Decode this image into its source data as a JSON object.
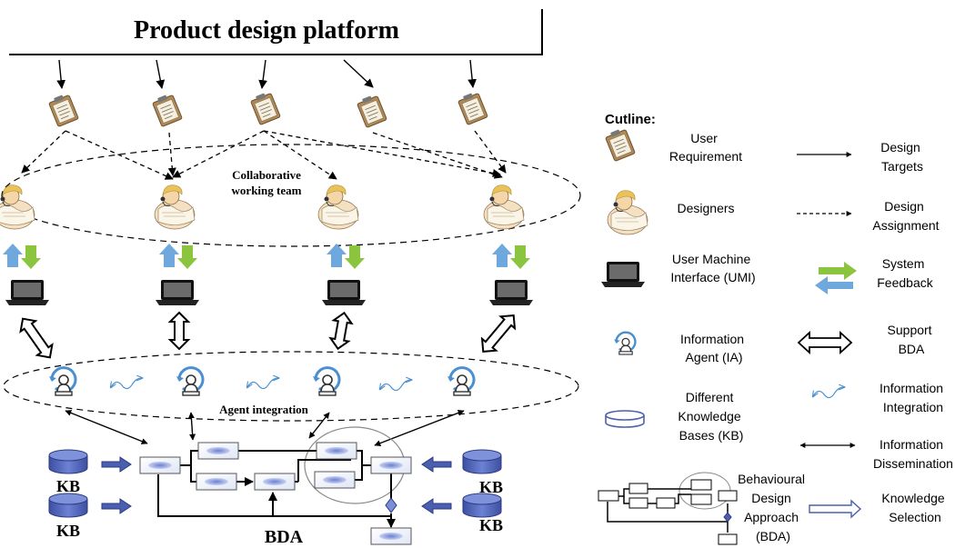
{
  "diagram": {
    "title": "Product design platform",
    "team_label": [
      "Collaborative",
      "working team"
    ],
    "agent_label": "Agent integration",
    "kb_label": "KB",
    "bda_label": "BDA"
  },
  "cutline": {
    "title": "Cutline:",
    "items": [
      {
        "icon": "clipboard-icon",
        "label": [
          "User",
          "Requirement"
        ],
        "sym": "thin-arrow",
        "meaning": [
          "Design",
          "Targets"
        ]
      },
      {
        "icon": "designer-icon",
        "label": [
          "Designers"
        ],
        "sym": "dashed-arrow",
        "meaning": [
          "Design",
          "Assignment"
        ]
      },
      {
        "icon": "laptop-icon",
        "label": [
          "User Machine",
          "Interface (UMI)"
        ],
        "sym": "feedback-arrows",
        "meaning": [
          "System",
          "Feedback"
        ]
      },
      {
        "icon": "agent-icon",
        "label": [
          "Information",
          "Agent (IA)"
        ],
        "sym": "double-arrow",
        "meaning": [
          "Support",
          "BDA"
        ]
      },
      {
        "icon": "database-icon",
        "label": [
          "Different",
          "Knowledge",
          "Bases (KB)"
        ],
        "sym": "wavy-arrow",
        "meaning": [
          "Information",
          "Integration"
        ]
      },
      {
        "icon": "bidirectional-icon",
        "label": [],
        "sym": "bidirectional-arrow",
        "meaning": [
          "Information",
          "Dissemination"
        ]
      },
      {
        "icon": "bda-icon",
        "label": [
          "Behavioural",
          "Design",
          "Approach",
          "(BDA)"
        ],
        "sym": "hollow-arrow",
        "meaning": [
          "Knowledge",
          "Selection"
        ]
      }
    ]
  },
  "colors": {
    "blue_arrow": "#6fa8dc",
    "green_arrow": "#8bc53f",
    "kb_blue": "#4a5fb0",
    "node_blue": "#7b8fd9",
    "agent_blue": "#4a8fd0"
  }
}
